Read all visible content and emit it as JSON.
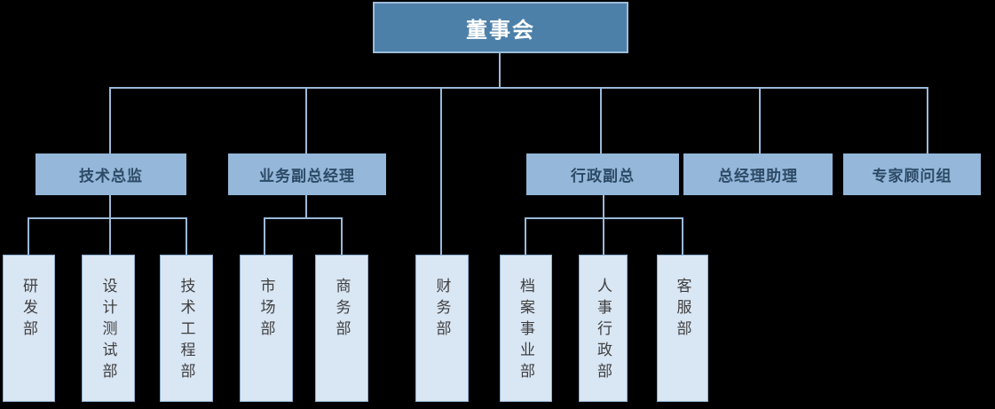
{
  "diagram": {
    "type": "org-chart",
    "root": {
      "label": "董事会"
    },
    "level2": [
      {
        "label": "技术总监"
      },
      {
        "label": "业务副总经理"
      },
      {
        "label": "行政副总"
      },
      {
        "label": "总经理助理"
      },
      {
        "label": "专家顾问组"
      }
    ],
    "level3": [
      {
        "label": "研发部",
        "parent": "技术总监"
      },
      {
        "label": "设计测试部",
        "parent": "技术总监"
      },
      {
        "label": "技术工程部",
        "parent": "技术总监"
      },
      {
        "label": "市场部",
        "parent": "业务副总经理"
      },
      {
        "label": "商务部",
        "parent": "业务副总经理"
      },
      {
        "label": "财务部",
        "parent": "董事会"
      },
      {
        "label": "档案事业部",
        "parent": "行政副总"
      },
      {
        "label": "人事行政部",
        "parent": "行政副总"
      },
      {
        "label": "客服部",
        "parent": "行政副总"
      }
    ],
    "colors": {
      "background": "#000000",
      "level1_fill": "#4d80a9",
      "level1_border": "#9cbdd9",
      "level1_text": "#ffffff",
      "level2_fill": "#94b7da",
      "level2_text": "#2d4a66",
      "level3_fill": "#d9e6f4",
      "level3_border": "#8eaecf",
      "level3_text": "#3f3f3f",
      "connector": "#9ab9d9"
    }
  }
}
